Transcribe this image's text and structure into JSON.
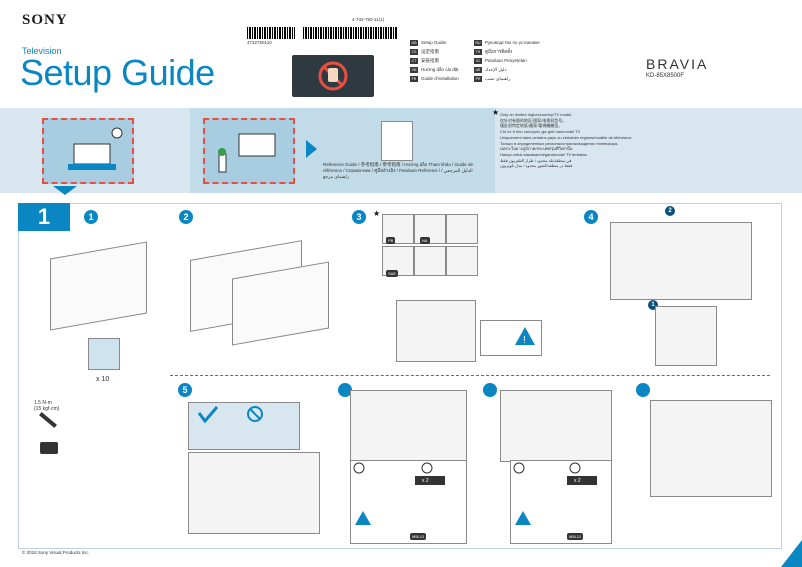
{
  "header": {
    "brand": "SONY",
    "category": "Television",
    "title": "Setup Guide",
    "series": "BRAVIA",
    "model": "KD-85X8500F",
    "part_number": "4-732-750-11(1)",
    "barcode_number": "4732750110"
  },
  "languages": [
    {
      "code": "GB",
      "name": "Setup Guide"
    },
    {
      "code": "CS",
      "name": "设定指南"
    },
    {
      "code": "CT",
      "name": "安裝指南"
    },
    {
      "code": "VN",
      "name": "Hướng dẫn cài đặt"
    },
    {
      "code": "FR",
      "name": "Guide d'installation"
    },
    {
      "code": "RU",
      "name": "Руководство по установке"
    },
    {
      "code": "TH",
      "name": "คู่มือการติดตั้ง"
    },
    {
      "code": "ID",
      "name": "Panduan Penyetelan"
    },
    {
      "code": "AR",
      "name": "دليل الإعداد"
    },
    {
      "code": "PR",
      "name": "راهنمای نصب"
    }
  ],
  "notes": {
    "star_note": [
      "Only on limited region/country/TV model.",
      "仅针对有限的地区/国家/电视机型号。",
      "僅針對特定地區/國家/電視機機型。",
      "Chỉ có ở khu vực/quốc gia giới hạn/model TV",
      "Uniquement dans certains pays ou certaines régions/modèle de téléviseur.",
      "Только в определенных регионах/странах/моделях телевизора.",
      "เฉพาะในบางภูมิภาค/ประเทศ/รุ่นทีวีเท่านั้น",
      "Hanya untuk kawasan/negara/model TV terbatas.",
      "في منطقة/بلد محدود / طراز التلفزيون فقط",
      "فقط در منطقه/کشور محدود / مدل تلویزیون"
    ],
    "reference_guide": "Reference Guide / 参考指南 / 參考指南 / Hướng dẫn Tham khảo / Guide de référence / Справочник / คู่มืออ้างอิง / Panduan Referensi / الدليل المرجعي / راهنمای مرجع"
  },
  "steps": {
    "main_step": "1",
    "sub_steps": [
      "1",
      "2",
      "3",
      "4"
    ],
    "bottom_step": "5",
    "x10_label": "x 10",
    "x2_label": "x 2",
    "screw_label": "M5L12",
    "torque": [
      "1.5 N·m",
      "{15 kgf·cm}"
    ],
    "star": "★",
    "part_codes": [
      "PB",
      "NA",
      "SAE"
    ]
  },
  "footer": {
    "copyright": "© 2018 Sony Visual Products Inc."
  },
  "colors": {
    "accent": "#0a87c3",
    "band": "#d8e6ef",
    "warning": "#e94e3f"
  }
}
